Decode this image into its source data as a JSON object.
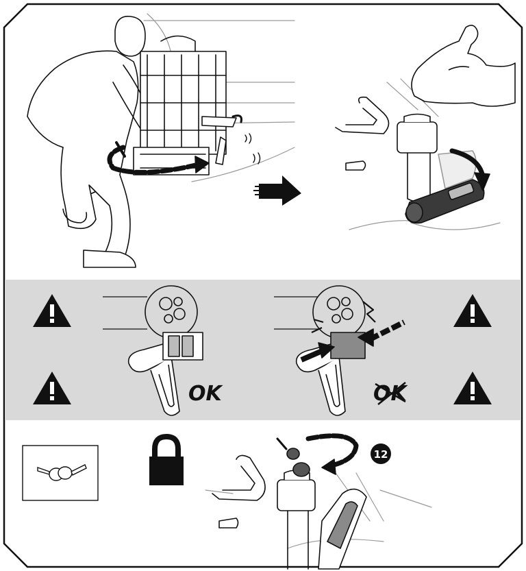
{
  "warning_panel": {
    "ok_label": "OK",
    "not_ok_label": "OK",
    "background_color": "#d9d9d9"
  },
  "step_badge": {
    "number": "12"
  },
  "icons": [
    "warning-triangle-icon",
    "padlock-icon",
    "keys-icon",
    "arrow-icon",
    "flexed-arm-icon"
  ],
  "colors": {
    "ink": "#111111",
    "panel": "#d9d9d9",
    "cross": "#c0392b"
  }
}
